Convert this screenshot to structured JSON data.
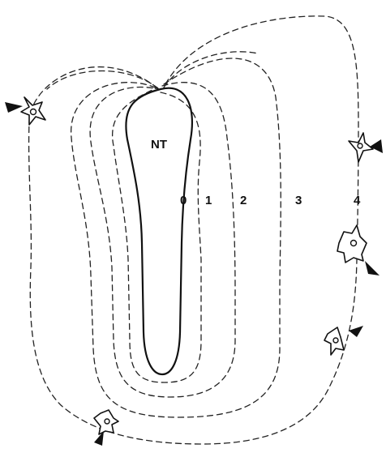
{
  "figure": {
    "structure_label": "NT",
    "contour_labels": [
      "0",
      "1",
      "2",
      "3",
      "4"
    ],
    "icons": {
      "neural_tube": "neural-tube-outline",
      "cell": "migrating-cell-shape",
      "arrowhead": "arrowhead-marker"
    },
    "colors": {
      "ink": "#111111",
      "background": "#ffffff"
    }
  }
}
